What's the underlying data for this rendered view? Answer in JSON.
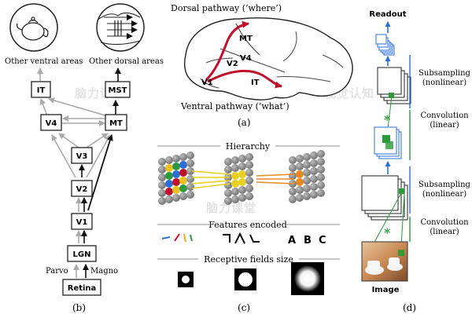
{
  "panel_b": {
    "label": "(b)",
    "other_ventral": "Other ventral areas",
    "other_dorsal": "Other dorsal areas",
    "nodes": {
      "it": "IT",
      "mst": "MST",
      "v4": "V4",
      "mt": "MT",
      "v3": "V3",
      "v2": "V2",
      "v1": "V1",
      "lgn": "LGN",
      "retina": "Retina"
    },
    "parvo": "Parvo",
    "magno": "Magno"
  },
  "panel_a": {
    "label": "(a)",
    "dorsal": "Dorsal pathway (‘where’)",
    "ventral": "Ventral pathway (‘what’)",
    "areas": {
      "mt": "MT",
      "v2": "V2",
      "v4": "V4",
      "v1": "V1",
      "it": "IT"
    }
  },
  "panel_c": {
    "label": "(c)",
    "hierarchy": "Hierarchy",
    "features": "Features encoded",
    "receptive": "Receptive fields size",
    "letters": [
      "A",
      "B",
      "C"
    ]
  },
  "panel_d": {
    "label": "(d)",
    "readout": "Readout",
    "sub1": [
      "Subsampling",
      "(nonlinear)"
    ],
    "conv1": [
      "Convolution",
      "(linear)"
    ],
    "sub2": [
      "Subsampling",
      "(nonlinear)"
    ],
    "conv2": [
      "Convolution",
      "(linear)"
    ],
    "image": "Image",
    "star": "*"
  },
  "watermarks": [
    "脑力课堂",
    "视觉认知",
    "脑力课堂"
  ],
  "colors": {
    "red": "#c0102a",
    "blue": "#2b6fd6",
    "green": "#2c9a3a",
    "gray": "#a9a9a9"
  }
}
